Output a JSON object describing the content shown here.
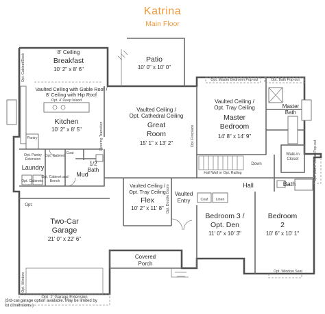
{
  "header": {
    "title": "Katrina",
    "subtitle": "Main Floor"
  },
  "rooms": {
    "breakfast": {
      "ceiling": "8' Ceiling",
      "name": "Breakfast",
      "dims": "10' 2\" x 8' 6\""
    },
    "patio": {
      "name": "Patio",
      "dims": "10' 0\" x 10' 0\""
    },
    "kitchen": {
      "ceiling_line1": "Vaulted Ceiling with Gable Roof /",
      "ceiling_line2": "8' Ceiling with Hip Roof",
      "island": "Opt. 4' Deep Island",
      "name": "Kitchen",
      "dims": "10' 2\" x 8' 5\""
    },
    "great_room": {
      "ceiling_line1": "Vaulted Ceiling /",
      "ceiling_line2": "Opt. Cathedral Ceiling",
      "name_line1": "Great",
      "name_line2": "Room",
      "dims": "15' 1\" x 13' 2\""
    },
    "master_bedroom": {
      "ceiling_line1": "Vaulted Ceiling /",
      "ceiling_line2": "Opt. Tray Ceiling",
      "name_line1": "Master",
      "name_line2": "Bedroom",
      "dims": "14' 8\" x 14' 9\""
    },
    "master_bath": {
      "name_line1": "Master",
      "name_line2": "Bath"
    },
    "flex": {
      "ceiling_line1": "Vaulted Ceiling /",
      "ceiling_line2": "Opt. Tray Ceiling",
      "name": "Flex",
      "dims": "10' 2\" x 11' 8\""
    },
    "garage": {
      "name_line1": "Two-Car",
      "name_line2": "Garage",
      "dims": "21' 0\" x 22' 6\""
    },
    "bedroom3": {
      "name_line1": "Bedroom 3 /",
      "name_line2": "Opt. Den",
      "dims": "11' 0\" x 10' 3\""
    },
    "bedroom2": {
      "name_line1": "Bedroom",
      "name_line2": "2",
      "dims": "10' 6\" x 10' 1\""
    },
    "covered_porch": {
      "name_line1": "Covered",
      "name_line2": "Porch"
    },
    "vaulted_entry": {
      "name_line1": "Vaulted",
      "name_line2": "Entry"
    },
    "laundry": {
      "name": "Laundry"
    },
    "mud": {
      "name": "Mud"
    },
    "half_bath": {
      "name_line1": "1/2",
      "name_line2": "Bath"
    },
    "hall": {
      "name": "Hall"
    },
    "bath": {
      "name": "Bath"
    },
    "walk_in_closet": {
      "name_line1": "Walk-in",
      "name_line2": "Closet"
    },
    "pantry": {
      "name": "Pantry"
    },
    "coat_mud": {
      "name": "Coat"
    },
    "coat_entry": {
      "name": "Coat"
    },
    "linen": {
      "name": "Linen"
    }
  },
  "notes": {
    "opt_cabinet_desk": "Opt. Cabinet/Desk",
    "opt_master_popout": "Opt. Master Bedroom Pop-out",
    "opt_bath_popout": "Opt. Bath Pop-out",
    "flooring_transition": "Flooring Transition",
    "opt_fireplace": "Opt. Fireplace",
    "opt_pantry_ext_line1": "Opt. Pantry",
    "opt_pantry_ext_line2": "Extension",
    "opt_cabinet": "Opt. Cabinet",
    "opt_cabinet_bench_line1": "Opt. Cabinet and",
    "opt_cabinet_bench_line2": "Bench",
    "opt_cabinets": "Opt. Cabinets",
    "opt_double_doors": "Opt. Double Doors",
    "down": "Down",
    "half_wall": "Half Wall or Opt. Railing",
    "opt_bath_closet_popout": "Opt. Bath / Closet Pop-out",
    "opt_window_seat": "Opt. Window Seat",
    "opt_door": "Opt.",
    "opt_window": "Opt. Window",
    "opt_garage_ext": "Opt. 2' Garage Extension",
    "footnote_line1": "(3rd-car garage option available. May be limited by",
    "footnote_line2": "lot dimensions.)"
  }
}
